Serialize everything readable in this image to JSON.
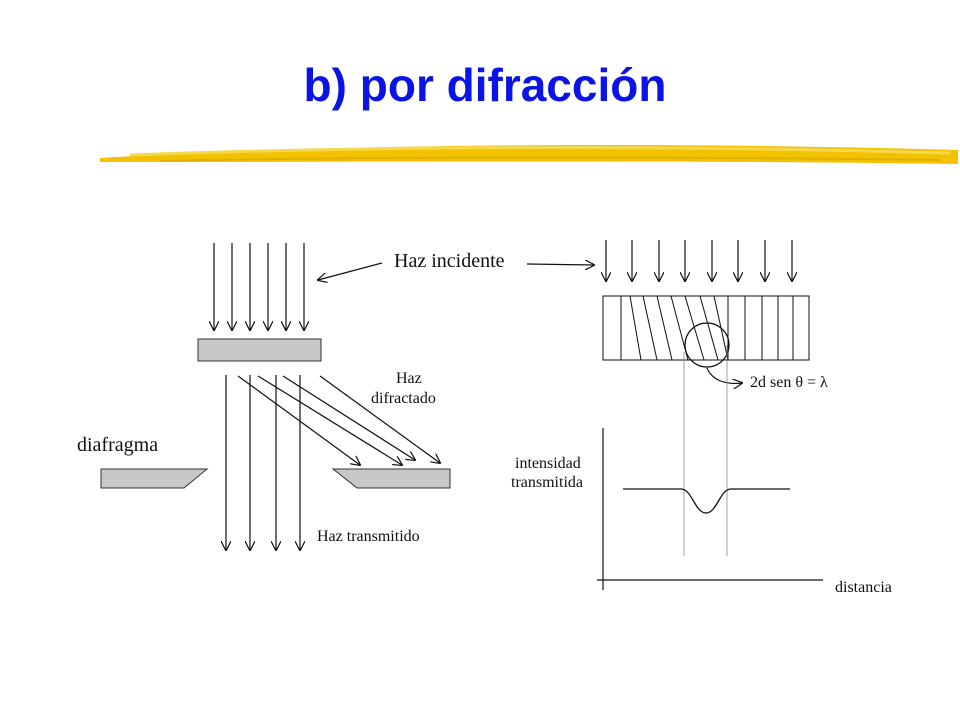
{
  "title": "b) por difracción",
  "colors": {
    "title": "#0a14e6",
    "highlight": "#f2c200",
    "shape_fill": "#c8c8c8"
  },
  "labels": {
    "haz_incidente": "Haz incidente",
    "haz": "Haz",
    "difractado": "difractado",
    "diafragma": "diafragma",
    "haz_transmitido": "Haz transmitido",
    "bragg": "2d sen θ = λ",
    "intensidad": "intensidad",
    "transmitida": "transmitida",
    "distancia": "distancia"
  }
}
